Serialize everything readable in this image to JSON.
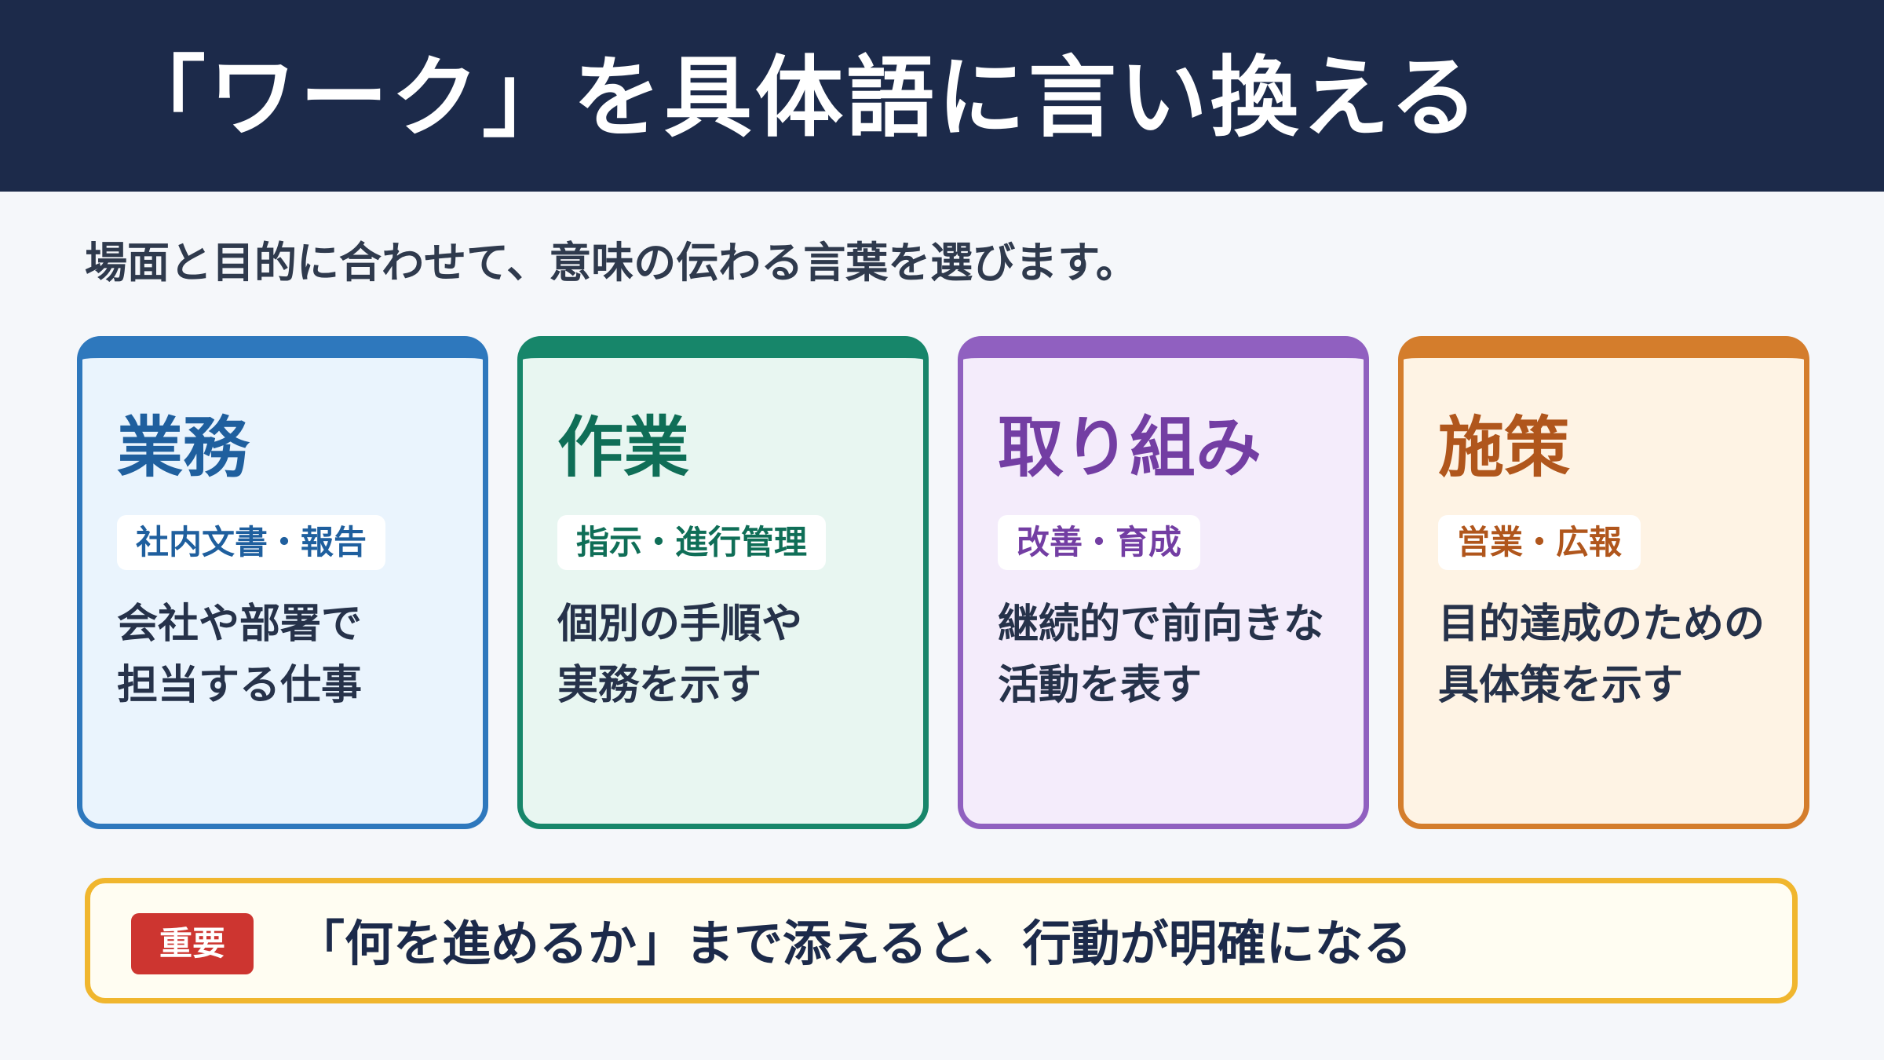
{
  "header": {
    "title": "「ワーク」を具体語に言い換える"
  },
  "subtitle": "場面と目的に合わせて、意味の伝わる言葉を選びます。",
  "cards": [
    {
      "title": "業務",
      "tag": "社内文書・報告",
      "desc": [
        "会社や部署で",
        "担当する仕事"
      ],
      "color": "#2e78bd",
      "bg": "#eaf4fd"
    },
    {
      "title": "作業",
      "tag": "指示・進行管理",
      "desc": [
        "個別の手順や",
        "実務を示す"
      ],
      "color": "#17866a",
      "bg": "#e8f6f1"
    },
    {
      "title": "取り組み",
      "tag": "改善・育成",
      "desc": [
        "継続的で前向きな",
        "活動を表す"
      ],
      "color": "#9060c0",
      "bg": "#f4ecfb"
    },
    {
      "title": "施策",
      "tag": "営業・広報",
      "desc": [
        "目的達成のための",
        "具体策を示す"
      ],
      "color": "#d47d2c",
      "bg": "#fef3e4"
    }
  ],
  "title_colors": [
    "#1f5f9e",
    "#0f6e57",
    "#733ea3",
    "#b0561c"
  ],
  "note": {
    "badge": "重要",
    "text": "「何を進めるか」まで添えると、行動が明確になる"
  }
}
